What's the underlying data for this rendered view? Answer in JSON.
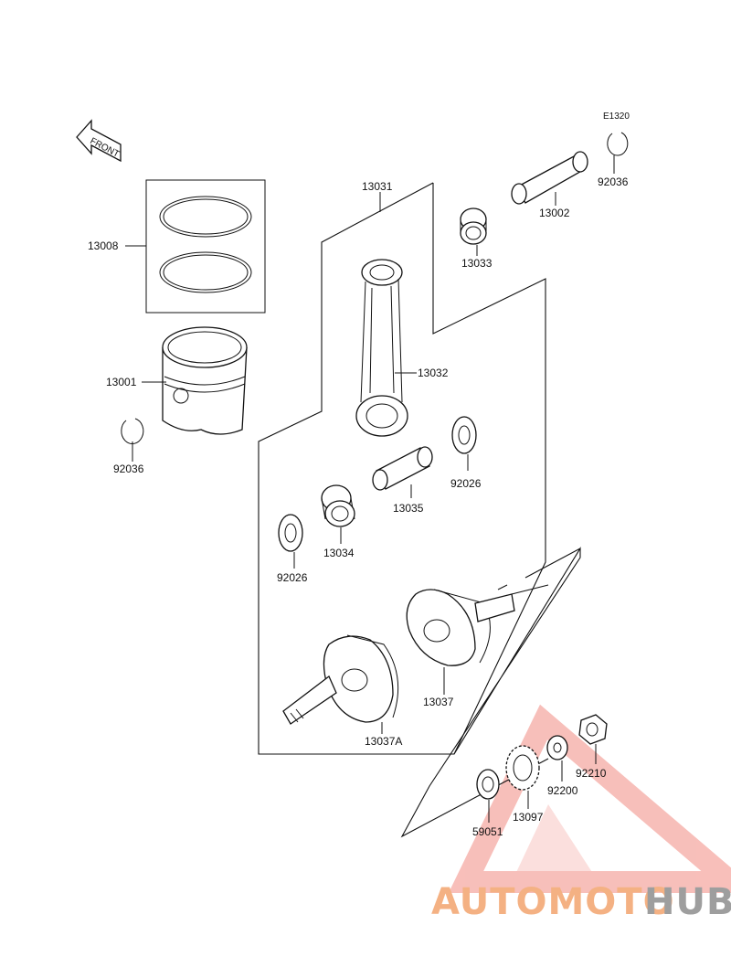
{
  "diagram": {
    "ref_code": "E1320",
    "front_label": "FRONT",
    "parts": {
      "p13008": "13008",
      "p13001": "13001",
      "p92036_left": "92036",
      "p13031": "13031",
      "p13033": "13033",
      "p13002": "13002",
      "p92036_right": "92036",
      "p13032": "13032",
      "p92026_right": "92026",
      "p13035": "13035",
      "p13034": "13034",
      "p92026_left": "92026",
      "p13037": "13037",
      "p13037A": "13037A",
      "p92210": "92210",
      "p92200": "92200",
      "p13097": "13097",
      "p59051": "59051"
    }
  },
  "watermark": {
    "part_a": "AUTOMOTO",
    "part_b": "HUB",
    "color_a": "#f4b183",
    "color_b": "#9e9e9e",
    "triangle_color": "#f28b82"
  }
}
